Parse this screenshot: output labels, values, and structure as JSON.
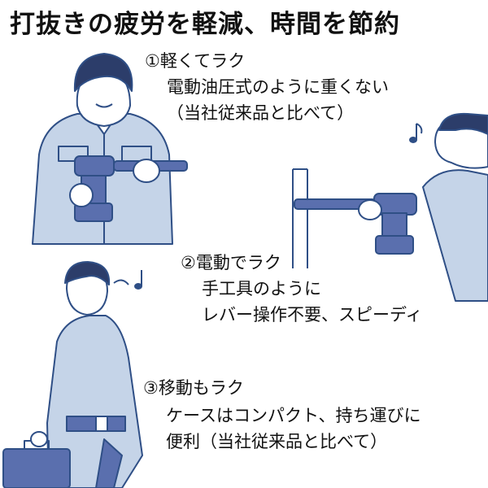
{
  "title": "打抜きの疲労を軽減、時間を節約",
  "points": [
    {
      "heading": "①軽くてラク",
      "lines": [
        "電動油圧式のように重くない",
        "（当社従来品と比べて）"
      ]
    },
    {
      "heading": "②電動でラク",
      "lines": [
        "手工具のように",
        "レバー操作不要、スピーディ"
      ]
    },
    {
      "heading": "③移動もラク",
      "lines": [
        "ケースはコンパクト、持ち運びに",
        "便利（当社従来品と比べて）"
      ]
    }
  ],
  "colors": {
    "uniform": "#c5d4e8",
    "line": "#2f4f86",
    "tool": "#5a6fae",
    "hair": "#2c3d6a",
    "skin": "#ffffff"
  },
  "decorations": [
    "music-note-icon",
    "music-note-icon"
  ]
}
